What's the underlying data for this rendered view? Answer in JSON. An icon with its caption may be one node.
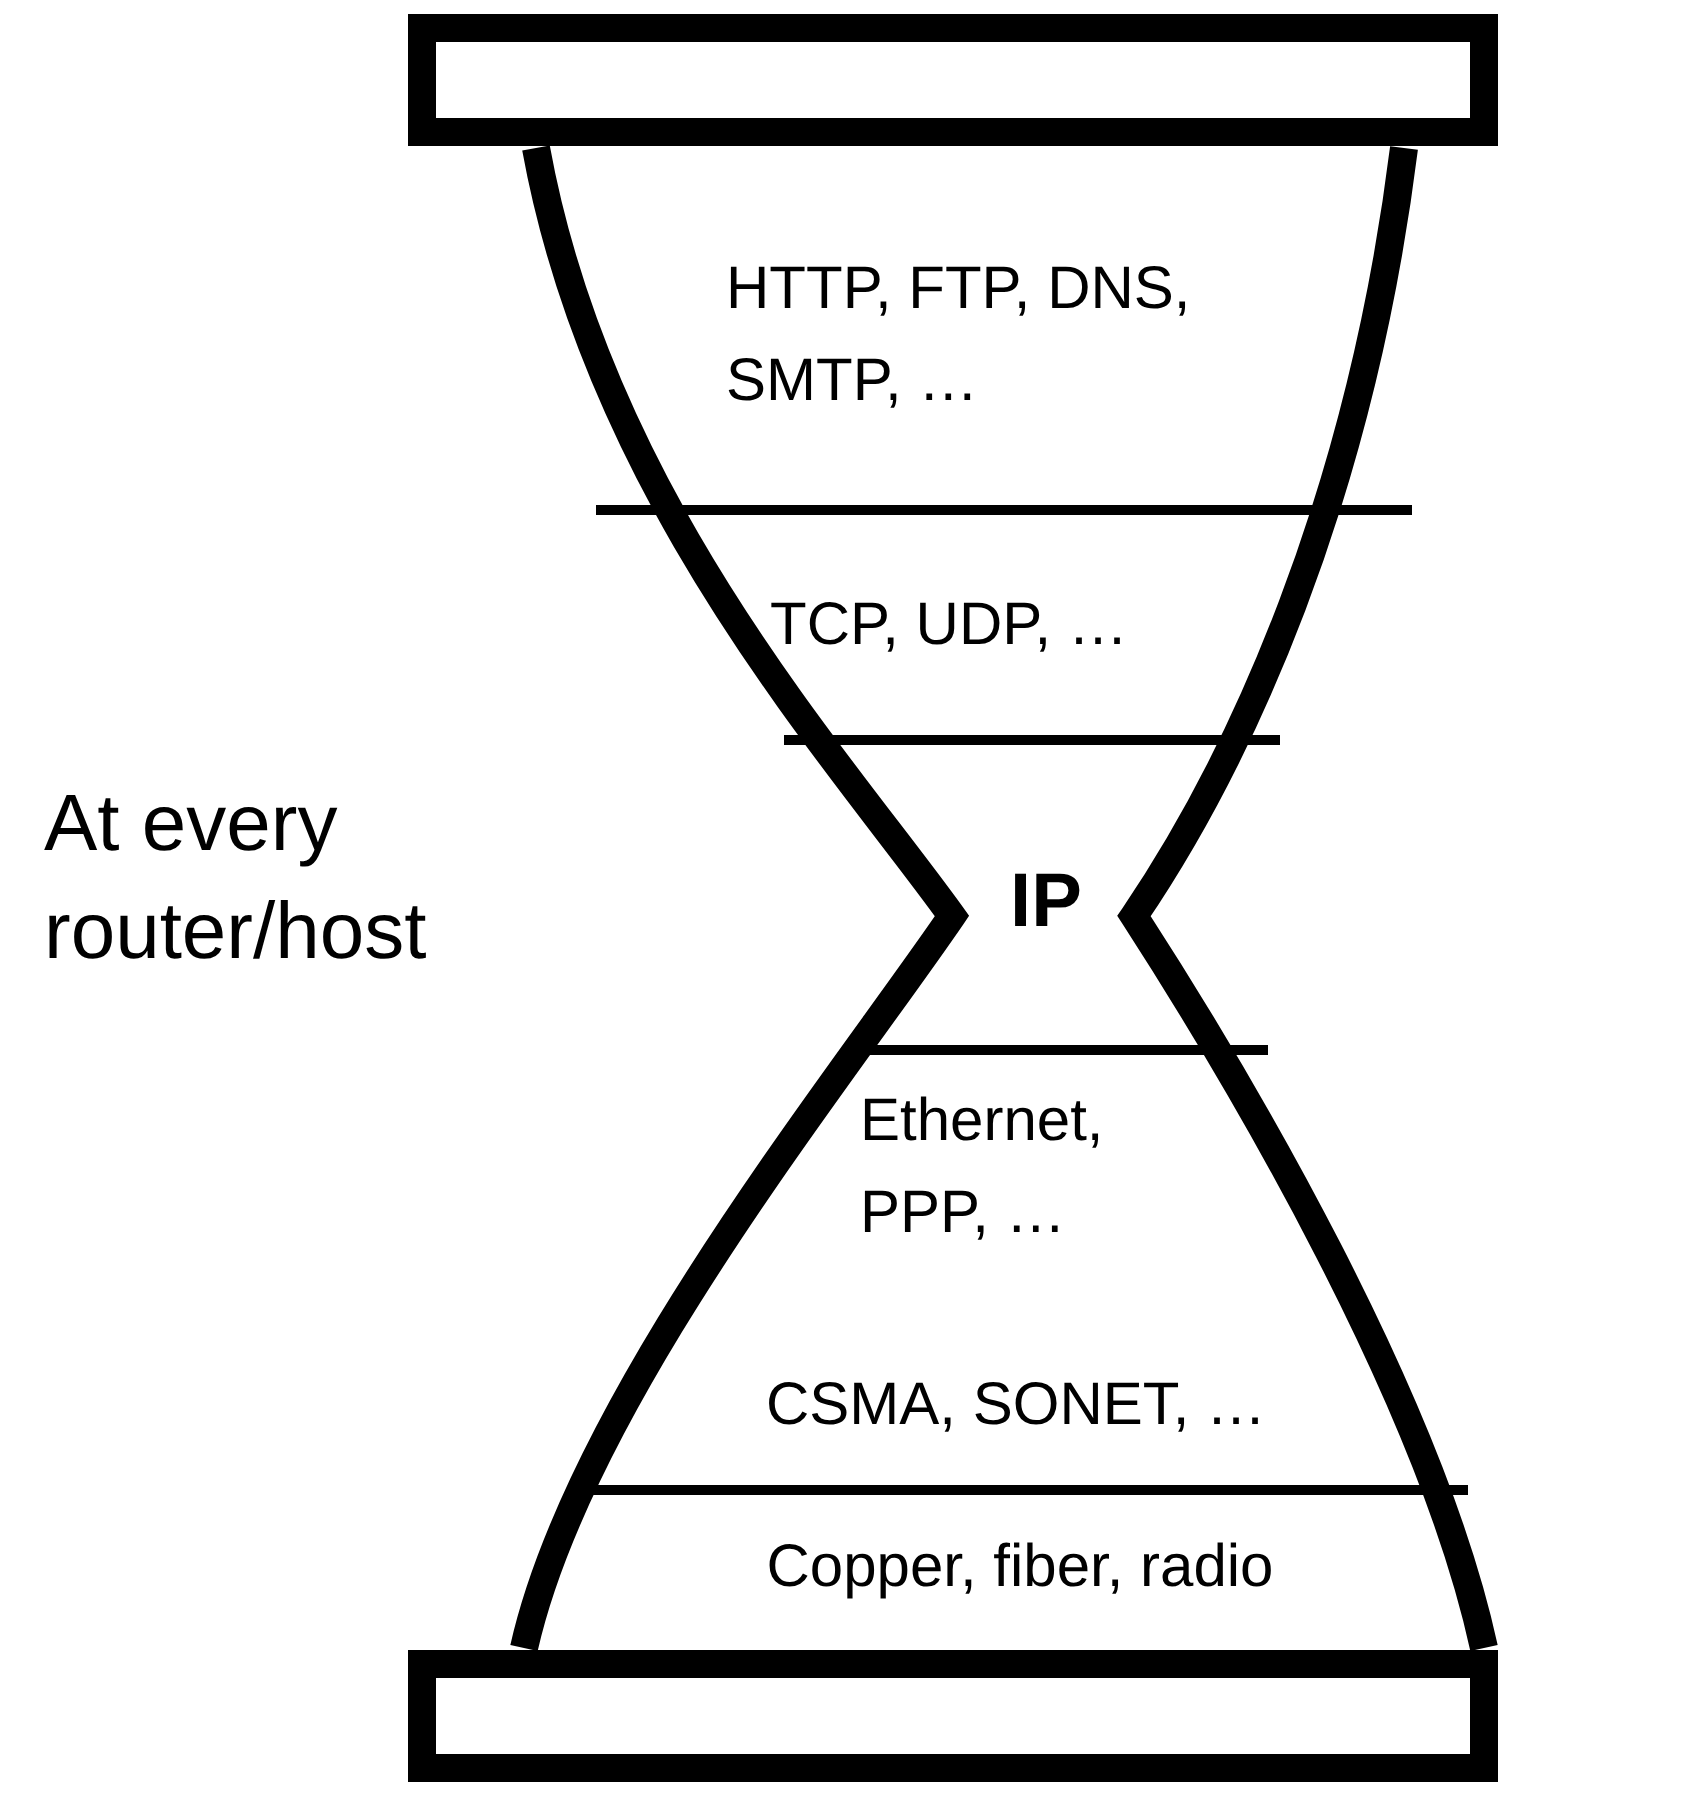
{
  "diagram": {
    "nodes": [
      {
        "text": [
          "HTTP, FTP, DNS, SMTP, …"
        ]
      },
      {
        "text": [
          "TCP, UDP, …"
        ]
      },
      {
        "text": [
          "IP"
        ]
      },
      {
        "text": [
          "Ethernet, PPP, …",
          "CSMA, SONET, …"
        ]
      },
      {
        "text": [
          "Copper, fiber, radio"
        ]
      }
    ],
    "edges": [],
    "labels": [
      "At every router/host"
    ]
  }
}
